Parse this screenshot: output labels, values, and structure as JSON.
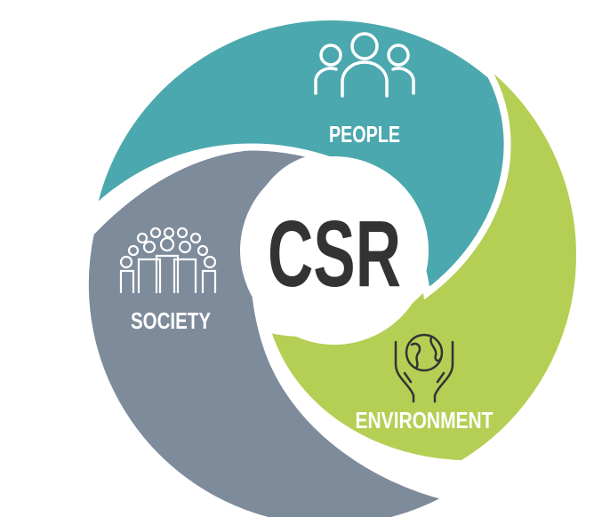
{
  "center_label": "CSR",
  "segments": [
    {
      "label": "PEOPLE",
      "icon": "people-icon",
      "color": "#4ba8ae"
    },
    {
      "label": "ENVIRONMENT",
      "icon": "globe-in-hands-icon",
      "color": "#b5cf55"
    },
    {
      "label": "SOCIETY",
      "icon": "crowd-icon",
      "color": "#7e8b9b"
    }
  ]
}
